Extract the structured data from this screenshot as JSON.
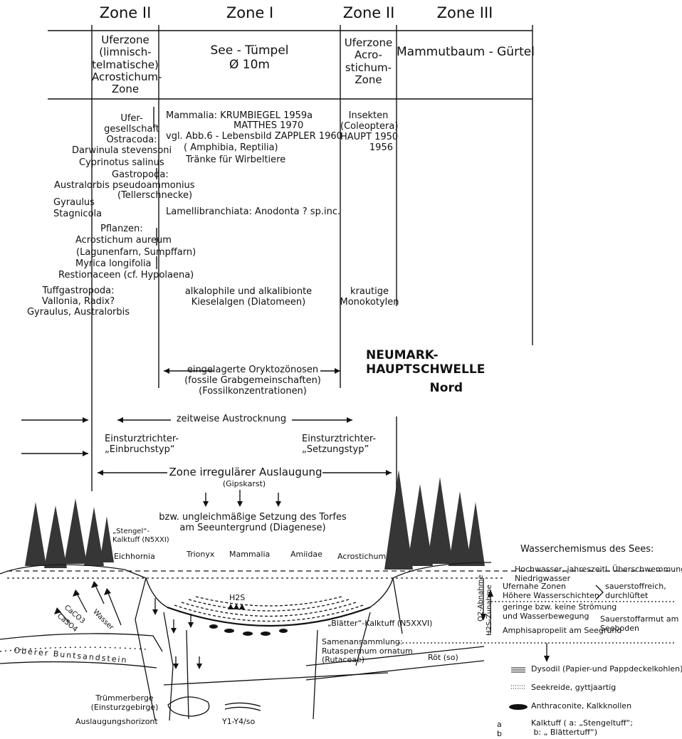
{
  "zones": {
    "z2_left": "Zone II",
    "z1": "Zone I",
    "z2_right": "Zone II",
    "z3": "Zone III"
  },
  "row1": {
    "uferzone_left": "Uferzone\n(limnisch-\ntelmatische)\nAcrostichum-\nZone",
    "see": "See - Tümpel\nØ 10m",
    "uferzone_right": "Uferzone\nAcro-\nstichum-\nZone",
    "mammut": "Mammutbaum - Gürtel"
  },
  "biota": {
    "ufergesellschaft": "Ufer-\ngesellschaft\nOstracoda:",
    "darwinula": "Darwinula stevensoni",
    "cyprinotus": "Cyprinotus salinus",
    "gastropoda": "Gastropoda:",
    "australorbis": "Australorbis pseudoammonius",
    "tellerschnecke": "(Tellerschnecke)",
    "gyraulus": "Gyraulus",
    "stagnicola": "Stagnicola",
    "pflanzen": "Pflanzen:",
    "acrostichum": "Acrostichum aureum",
    "lagunenfarn": "(Lagunenfarn, Sumpffarn)",
    "myrica": "Myrica longifolia",
    "restionaceen": "Restionaceen (cf. Hypolaena)",
    "tuffgastropoda": "Tuffgastropoda:\nVallonia, Radix?\nGyraulus, Australorbis",
    "mammalia": "Mammalia: KRUMBIEGEL 1959a",
    "matthes": "MATTHES 1970",
    "vgl": "vgl. Abb.6 - Lebensbild ZAPPLER 1960",
    "amphibia": "( Amphibia, Reptilia)",
    "traenke": "Tränke für Wirbeltiere",
    "lamelli": "Lamellibranchiata: Anodonta ? sp.inc.",
    "alkalophile": "alkalophile und alkalibionte\nKieselalgen (Diatomeen)",
    "insekten": "Insekten\n(Coleoptera)\nHAUPT 1950",
    "year1956": "1956",
    "krautige": "krautige\nMonokotylen"
  },
  "mid": {
    "neumark": "NEUMARK-\nHAUPTSCHWELLE",
    "nord": "Nord",
    "oryktozoen": "eingelagerte Oryktozönosen\n(fossile Grabgemeinschaften)\n(Fossilkonzentrationen)",
    "austrocknung": "zeitweise Austrocknung",
    "einsturz_left": "Einsturztrichter-\n„Einbruchstyp“",
    "einsturz_right": "Einsturztrichter-\n„Setzungstyp”",
    "auslaugung": "Zone irregulärer Auslaugung",
    "gipskarst": "(Gipskarst)",
    "setzung": "bzw. ungleichmäßige Setzung des Torfes\nam Seeuntergrund (Diagenese)"
  },
  "cross_section": {
    "stengel": "„Stengel“-\nKalktuff (N5XXI)",
    "eichhornia": "Eichhornia",
    "trionyx": "Trionyx",
    "mammalia": "Mammalia",
    "amiidae": "Amiidae",
    "acrostichum": "Acrostichum",
    "h2s": "H2S",
    "caco3": "CaCO3",
    "caso4": "CaSO4",
    "wasser": "Wasser",
    "blaetter": "„Blätter“-Kalktuff (N5XXVI)",
    "samen": "Samenansammlung:\nRutaspermum ornatum\n(Rutaceae)",
    "oberer": "Oberer Buntsandstein",
    "roet": "Röt (so)",
    "truemmerberge": "Trümmerberge\n(Einsturzgebirge)",
    "auslaugungshorizont": "Auslaugungshorizont",
    "y1y4": "Y1-Y4/so"
  },
  "chemistry": {
    "title": "Wasserchemismus des Sees:",
    "hochwasser": "Hochwasser, jahreszeitl. Überschwemmungen",
    "niedrigwasser": "Niedrigwasser",
    "ufernahe": "Ufernahe Zonen\nHöhere Wasserschichten",
    "sauerstoffreich": "sauerstoffreich,\ndurchlüftet",
    "geringe": "geringe bzw. keine Strömung\nund Wasserbewegung",
    "sauerstoffarmut": "Sauerstoffarmut am\nSeeboden",
    "amphisapropelit": "Amphisapropelit am Seegrund",
    "o2": "O2-Abnahme",
    "h2s_zunahme": "H2S-Zunahme"
  },
  "legend": {
    "dysodil": "Dysodil (Papier-und Pappdeckelkohlen)",
    "seekreide": "Seekreide, gyttjaartig",
    "anthraconite": "Anthraconite, Kalkknollen",
    "kalktuff": "Kalktuff ( a: „Stengeltuff“;\n b: „ Blättertuff“)",
    "a": "a",
    "b": "b"
  }
}
